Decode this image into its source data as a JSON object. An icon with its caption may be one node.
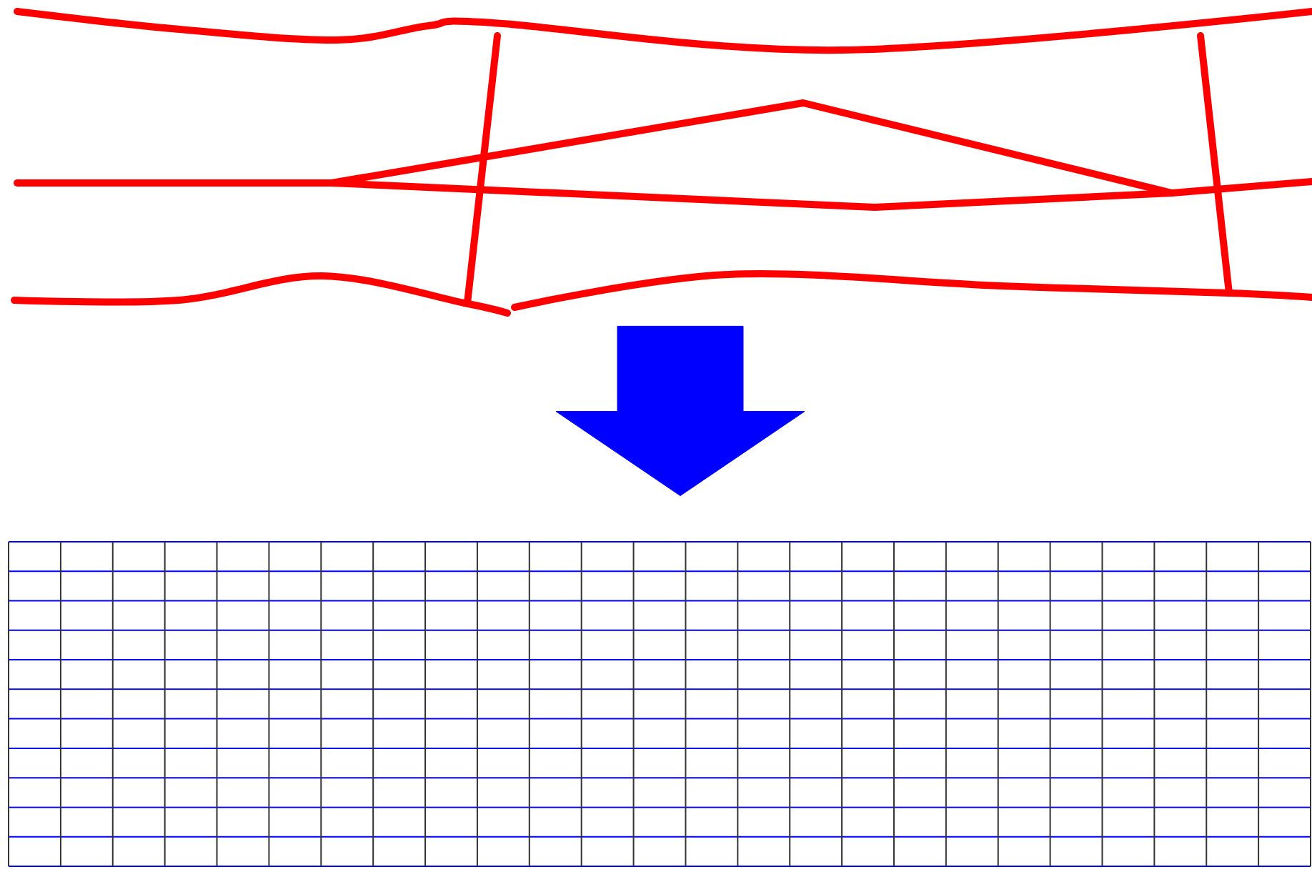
{
  "diagram": {
    "nodes": [
      {
        "text": [],
        "shape": "picture"
      },
      {
        "text": [],
        "shape": "picture"
      }
    ],
    "edges": [
      {
        "from": 0,
        "to": 1,
        "arrow": "to",
        "style": "thick",
        "color": "#0000ff"
      }
    ]
  }
}
